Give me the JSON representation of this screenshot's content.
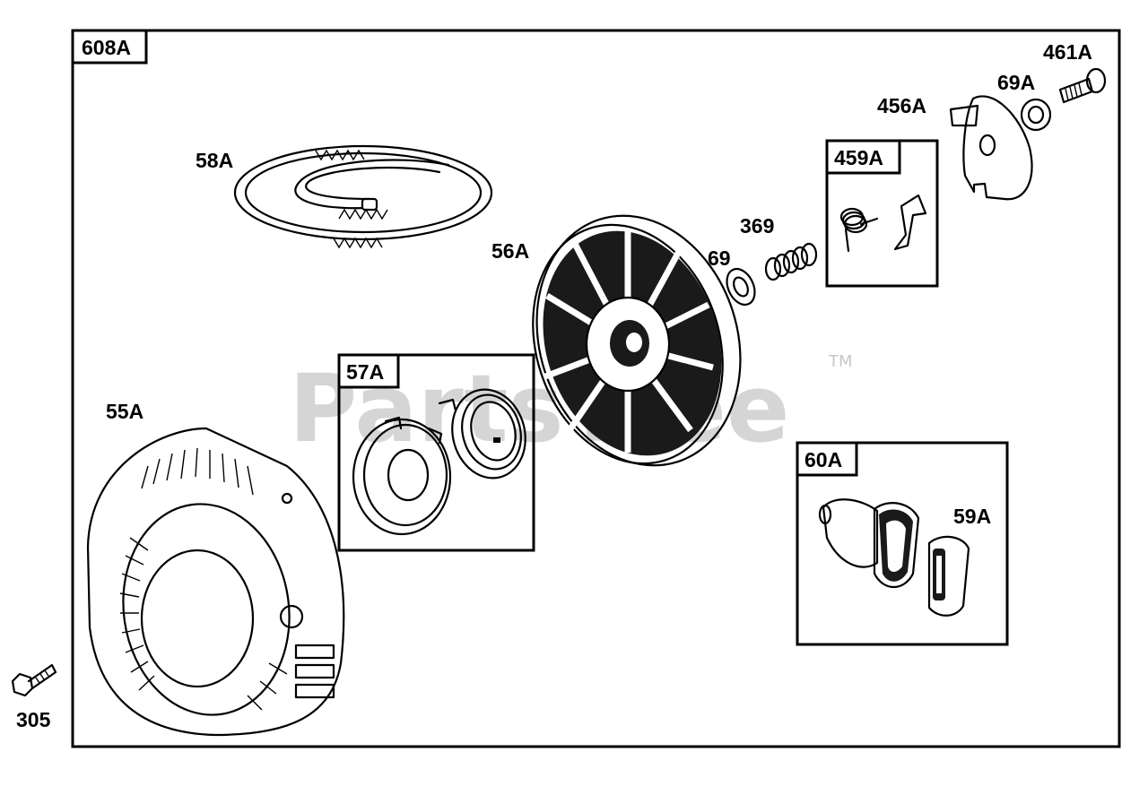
{
  "diagram": {
    "frame_label": "608A",
    "watermark": {
      "text": "PartsTree",
      "trademark": "TM"
    },
    "boxes": [
      {
        "label": "459A"
      },
      {
        "label": "57A"
      },
      {
        "label": "60A"
      }
    ],
    "parts": [
      {
        "ref": "461A"
      },
      {
        "ref": "69A"
      },
      {
        "ref": "456A"
      },
      {
        "ref": "58A"
      },
      {
        "ref": "369"
      },
      {
        "ref": "69"
      },
      {
        "ref": "56A"
      },
      {
        "ref": "55A"
      },
      {
        "ref": "59A"
      },
      {
        "ref": "305"
      }
    ]
  }
}
